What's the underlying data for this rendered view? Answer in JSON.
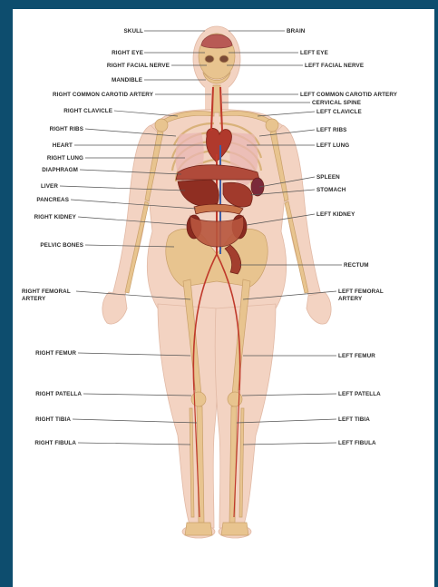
{
  "diagram": {
    "colors": {
      "frame": "#0d4d6e",
      "sheet": "#ffffff",
      "skin": "#f3d3c2",
      "bone": "#e8c48f",
      "organ": "#a8382a",
      "artery": "#c0392b",
      "vein": "#3d5fa8"
    },
    "labels": {
      "skull": "SKULL",
      "brain": "BRAIN",
      "right_eye": "RIGHT EYE",
      "left_eye": "LEFT EYE",
      "right_facial_nerve": "RIGHT FACIAL NERVE",
      "left_facial_nerve": "LEFT FACIAL NERVE",
      "mandible": "MANDIBLE",
      "right_common_carotid_artery": "RIGHT COMMON CAROTID ARTERY",
      "left_common_carotid_artery": "LEFT COMMON CAROTID ARTERY",
      "cervical_spine": "CERVICAL SPINE",
      "right_clavicle": "RIGHT CLAVICLE",
      "left_clavicle": "LEFT CLAVICLE",
      "right_ribs": "RIGHT RIBS",
      "left_ribs": "LEFT RIBS",
      "heart": "HEART",
      "left_lung": "LEFT LUNG",
      "right_lung": "RIGHT LUNG",
      "diaphragm": "DIAPHRAGM",
      "spleen": "SPLEEN",
      "liver": "LIVER",
      "stomach": "STOMACH",
      "pancreas": "PANCREAS",
      "right_kidney": "RIGHT KIDNEY",
      "left_kidney": "LEFT KIDNEY",
      "pelvic_bones": "PELVIC BONES",
      "rectum": "RECTUM",
      "right_femoral_artery_1": "RIGHT FEMORAL",
      "right_femoral_artery_2": "ARTERY",
      "left_femoral_artery_1": "LEFT FEMORAL",
      "left_femoral_artery_2": "ARTERY",
      "right_femur": "RIGHT FEMUR",
      "left_femur": "LEFT FEMUR",
      "right_patella": "RIGHT PATELLA",
      "left_patella": "LEFT PATELLA",
      "right_tibia": "RIGHT TIBIA",
      "left_tibia": "LEFT TIBIA",
      "right_fibula": "RIGHT FIBULA",
      "left_fibula": "LEFT FIBULA"
    }
  }
}
